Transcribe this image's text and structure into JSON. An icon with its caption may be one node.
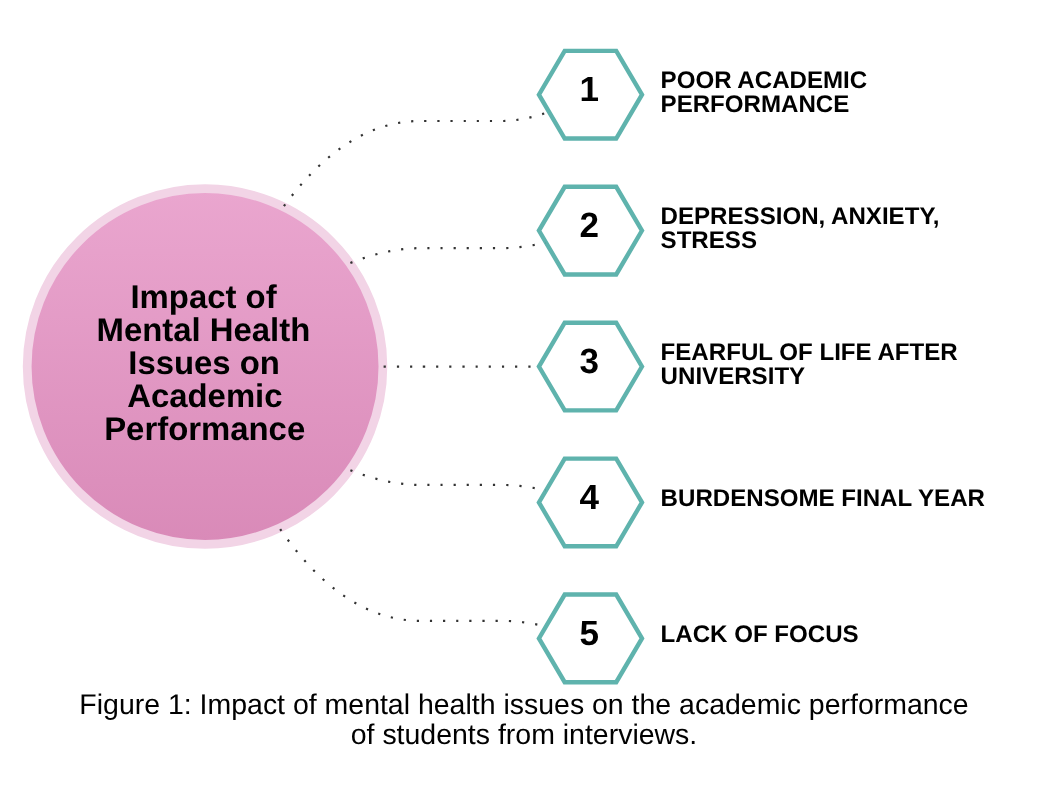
{
  "diagram": {
    "caption": "Figure 1: Impact of mental health issues on the academic performance of students from interviews.",
    "nodes": [
      {
        "text": [
          "Impact of Mental Health Issues on Academic Performance"
        ]
      },
      {
        "text": [
          "1"
        ],
        "beside": [
          "POOR ACADEMIC PERFORMANCE"
        ]
      },
      {
        "text": [
          "2"
        ],
        "beside": [
          "DEPRESSION, ANXIETY, STRESS"
        ]
      },
      {
        "text": [
          "3"
        ],
        "beside": [
          "FEARFUL OF LIFE AFTER UNIVERSITY"
        ]
      },
      {
        "text": [
          "4"
        ],
        "beside": [
          "BURDENSOME FINAL YEAR"
        ]
      },
      {
        "text": [
          "5"
        ],
        "beside": [
          "LACK OF FOCUS"
        ]
      }
    ],
    "edges": [
      {
        "from": 0,
        "to": 1,
        "arrow": "none",
        "style": "dashed"
      },
      {
        "from": 0,
        "to": 2,
        "arrow": "none",
        "style": "dashed"
      },
      {
        "from": 0,
        "to": 3,
        "arrow": "none",
        "style": "dashed"
      },
      {
        "from": 0,
        "to": 4,
        "arrow": "none",
        "style": "dashed"
      },
      {
        "from": 0,
        "to": 5,
        "arrow": "none",
        "style": "dashed"
      }
    ]
  }
}
